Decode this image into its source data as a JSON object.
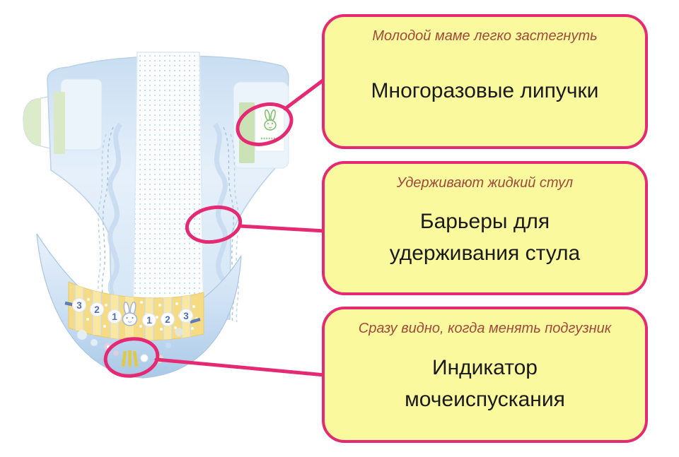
{
  "slide": {
    "background": "#FFFFFF"
  },
  "accent_color": "#E62973",
  "callout_style": {
    "fill": "#FBF99D",
    "border_color": "#E62973",
    "title_color": "#A1493B",
    "body_color": "#1A1A1A"
  },
  "callouts": [
    {
      "name": "velcro",
      "title": "Молодой маме легко застегнуть",
      "body_lines": [
        "Многоразовые липучки"
      ]
    },
    {
      "name": "stool-barriers",
      "title": "Удерживают жидкий стул",
      "body_lines": [
        "Барьеры для",
        "удерживания стула"
      ]
    },
    {
      "name": "urination-indicator",
      "title": "Сразу видно, когда менять подгузник",
      "body_lines": [
        "Индикатор",
        "мочеиспускания"
      ]
    }
  ],
  "diaper": {
    "size_scale": [
      "3",
      "2",
      "1",
      "1",
      "2",
      "3"
    ],
    "icons": {
      "tape_label": "bunny-icon",
      "scale_center": "bunny-icon",
      "indicator": "three-stripes-icon"
    },
    "colors": {
      "body_blue": "#CFE2F4",
      "tape_green": "#D9E9C6",
      "landing_patch_blue": "#EBF3FB",
      "band_yellow": "#F6DB85",
      "number_blue": "#4A6FB5",
      "indicator_yellow": "#E2C945",
      "highlight_pink": "#E62973"
    }
  }
}
